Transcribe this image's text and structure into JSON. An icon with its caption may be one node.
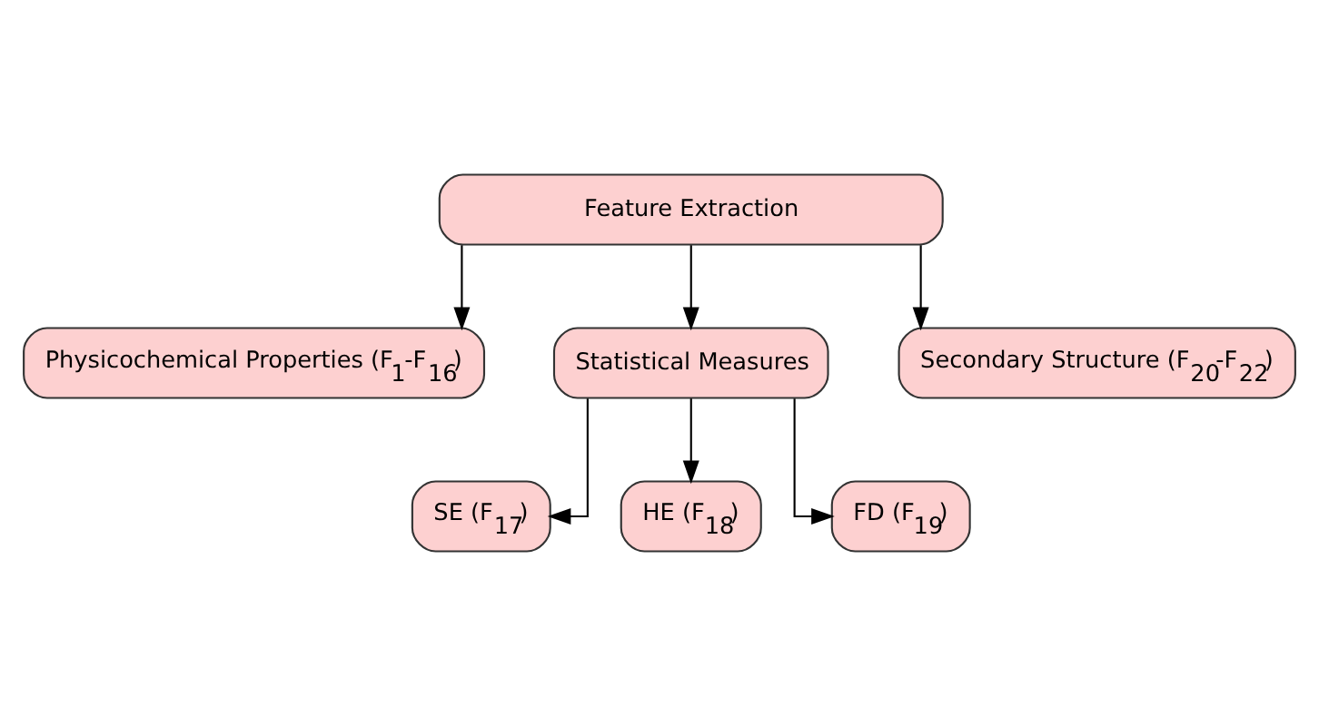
{
  "diagram": {
    "nodes": [
      {
        "text": [
          "Feature Extraction"
        ]
      },
      {
        "text": [
          "Physicochemical Properties (F$_{1}$-F$_{16}$)"
        ]
      },
      {
        "text": [
          "Statistical Measures"
        ]
      },
      {
        "text": [
          "Secondary Structure (F$_{20}$-F$_{22}$)"
        ]
      },
      {
        "text": [
          "SE (F$_{17}$)"
        ]
      },
      {
        "text": [
          "HE (F$_{18}$)"
        ]
      },
      {
        "text": [
          "FD (F$_{19}$)"
        ]
      }
    ],
    "edges": [
      {
        "from": 0,
        "to": 1,
        "arrow": "to"
      },
      {
        "from": 0,
        "to": 2,
        "arrow": "to"
      },
      {
        "from": 0,
        "to": 3,
        "arrow": "to"
      },
      {
        "from": 2,
        "to": 4,
        "arrow": "to"
      },
      {
        "from": 2,
        "to": 5,
        "arrow": "to"
      },
      {
        "from": 2,
        "to": 6,
        "arrow": "to"
      }
    ]
  }
}
